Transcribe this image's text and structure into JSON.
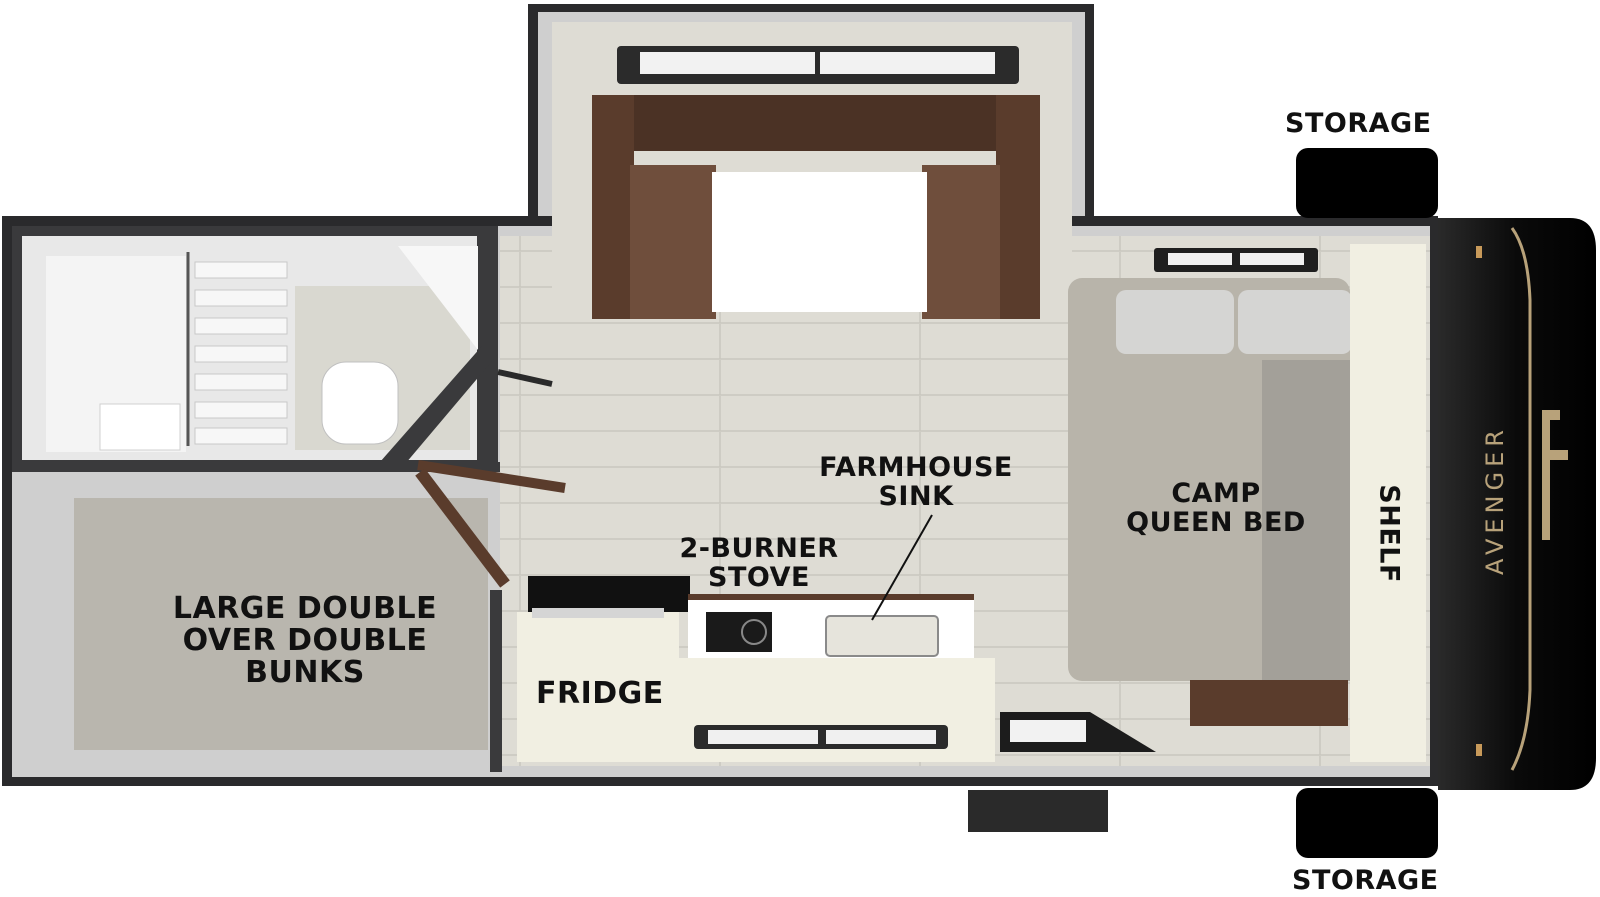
{
  "labels": {
    "storage_top": "STORAGE",
    "storage_bottom": "STORAGE",
    "bunks": [
      "LARGE DOUBLE",
      "OVER DOUBLE",
      "BUNKS"
    ],
    "fridge": "FRIDGE",
    "stove": [
      "2-BURNER",
      "STOVE"
    ],
    "sink": [
      "FARMHOUSE",
      "SINK"
    ],
    "bed": [
      "CAMP",
      "QUEEN BED"
    ],
    "shelf": "SHELF"
  },
  "brand": "AVENGER",
  "colors": {
    "wall": "#2a2a2c",
    "wall_inner": "#cfcfcf",
    "floor": "#ddddd5",
    "bunk_floor": "#b9b6ae",
    "sofa": "#6a4a38",
    "sofa_dark": "#4b3225",
    "bed": "#b8b4aa",
    "cabinet": "#f1efe2",
    "front_cap": "#111111",
    "accent": "#b8a27a",
    "text": "#111111"
  }
}
